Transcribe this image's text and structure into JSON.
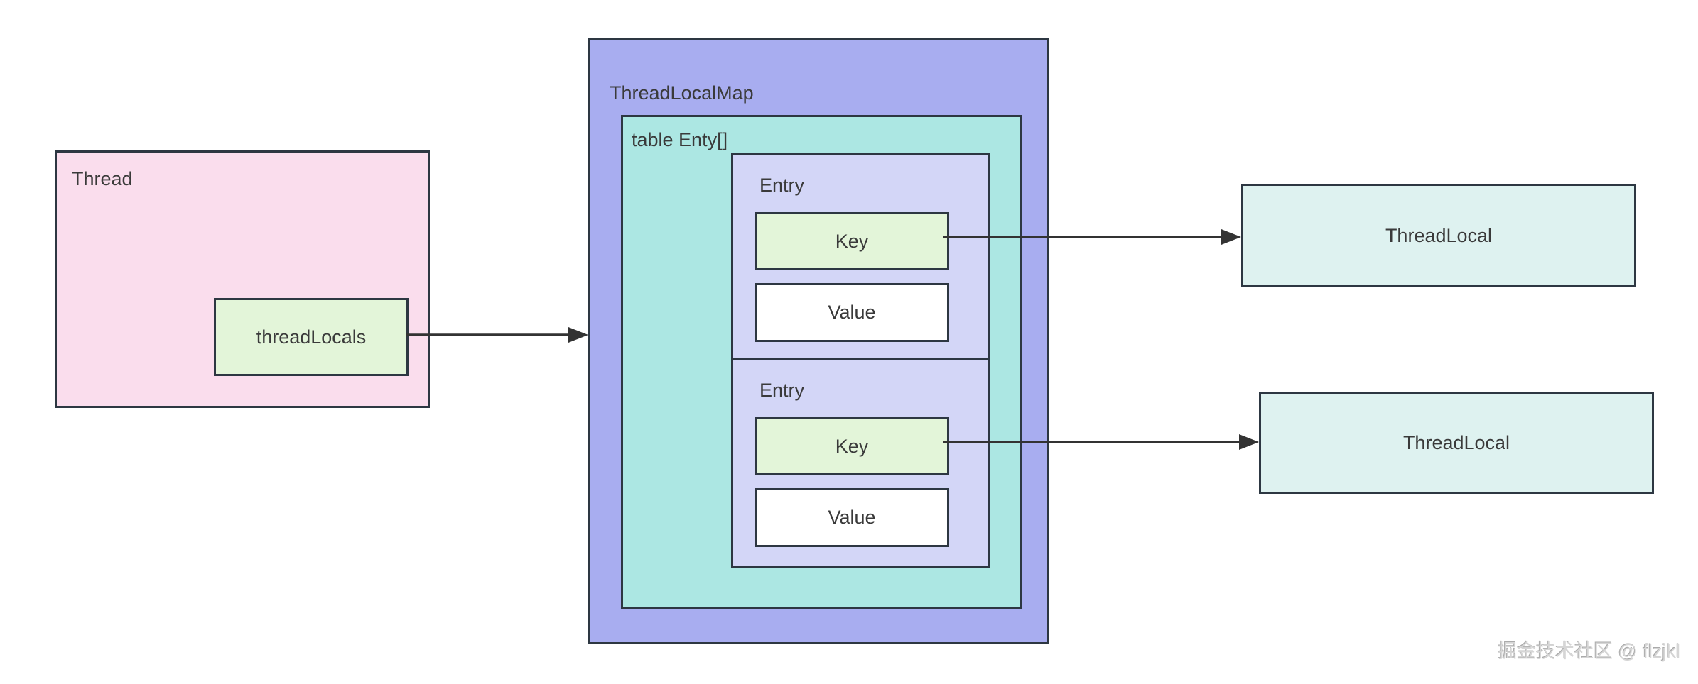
{
  "thread_box": {
    "title": "Thread"
  },
  "thread_locals_box": {
    "label": "threadLocals"
  },
  "thread_local_map_box": {
    "title": "ThreadLocalMap"
  },
  "table_box": {
    "title": "table Enty[]"
  },
  "entries": [
    {
      "title": "Entry",
      "key_label": "Key",
      "value_label": "Value"
    },
    {
      "title": "Entry",
      "key_label": "Key",
      "value_label": "Value"
    }
  ],
  "thread_local_boxes": [
    {
      "label": "ThreadLocal"
    },
    {
      "label": "ThreadLocal"
    }
  ],
  "watermark": {
    "text": "掘金技术社区 @ flzjkl"
  },
  "colors": {
    "border": "#2d3742",
    "arrow": "#333333",
    "thread_fill": "#fadded",
    "green_fill": "#e3f5d9",
    "map_fill": "#a8adf0",
    "table_fill": "#ace7e3",
    "entry_fill": "#d3d6f7",
    "value_fill": "#ffffff",
    "threadlocal_fill": "#def2f0",
    "watermark_color": "#d6d6d6"
  }
}
